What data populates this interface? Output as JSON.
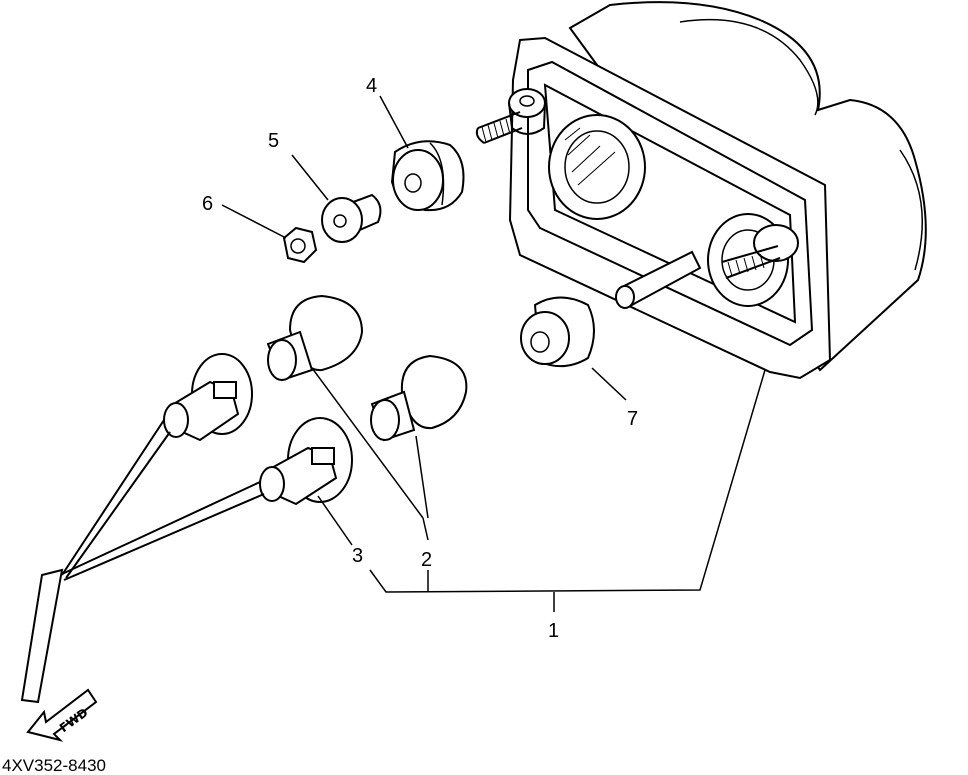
{
  "callouts": {
    "c1": "1",
    "c2": "2",
    "c3": "3",
    "c4": "4",
    "c5": "5",
    "c6": "6",
    "c7": "7"
  },
  "fwd_label": "FWD",
  "drawing_code": "4XV352-8430"
}
